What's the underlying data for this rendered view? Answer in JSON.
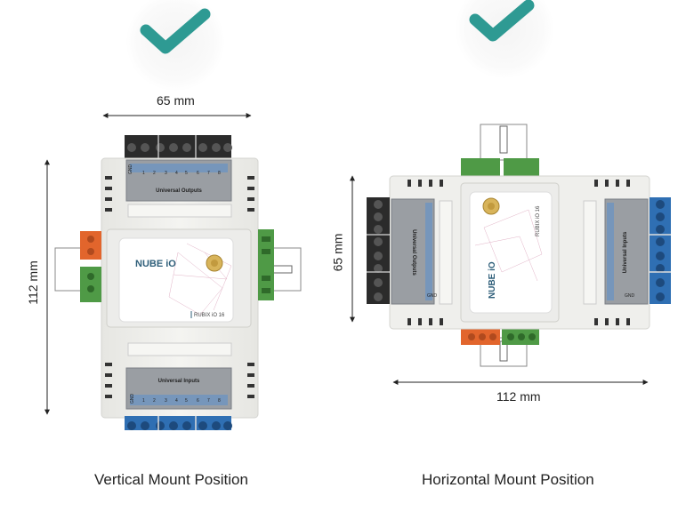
{
  "colors": {
    "check": "#2e9a93",
    "terminal_black": "#2b2b2b",
    "terminal_blue": "#2f6fb3",
    "terminal_green": "#4f9a46",
    "terminal_orange": "#e2652c",
    "housing": "#eeeeea"
  },
  "icons": {
    "check": "check-mark-icon"
  },
  "vertical": {
    "width_dim": "65 mm",
    "height_dim": "112 mm",
    "top_block_title": "Universal Outputs",
    "bottom_block_title": "Universal Inputs",
    "gnd": "GND",
    "pins": [
      "1",
      "2",
      "3",
      "4",
      "5",
      "6",
      "7",
      "8"
    ],
    "logo": "NUBE iO",
    "model": "RUBIX iO 16",
    "caption": "Vertical Mount Position"
  },
  "horizontal": {
    "width_dim": "112 mm",
    "height_dim": "65 mm",
    "left_block_title": "Universal Outputs",
    "right_block_title": "Universal Inputs",
    "gnd": "GND",
    "logo": "NUBE iO",
    "model": "RUBIX iO 16",
    "caption": "Horizontal Mount Position"
  }
}
